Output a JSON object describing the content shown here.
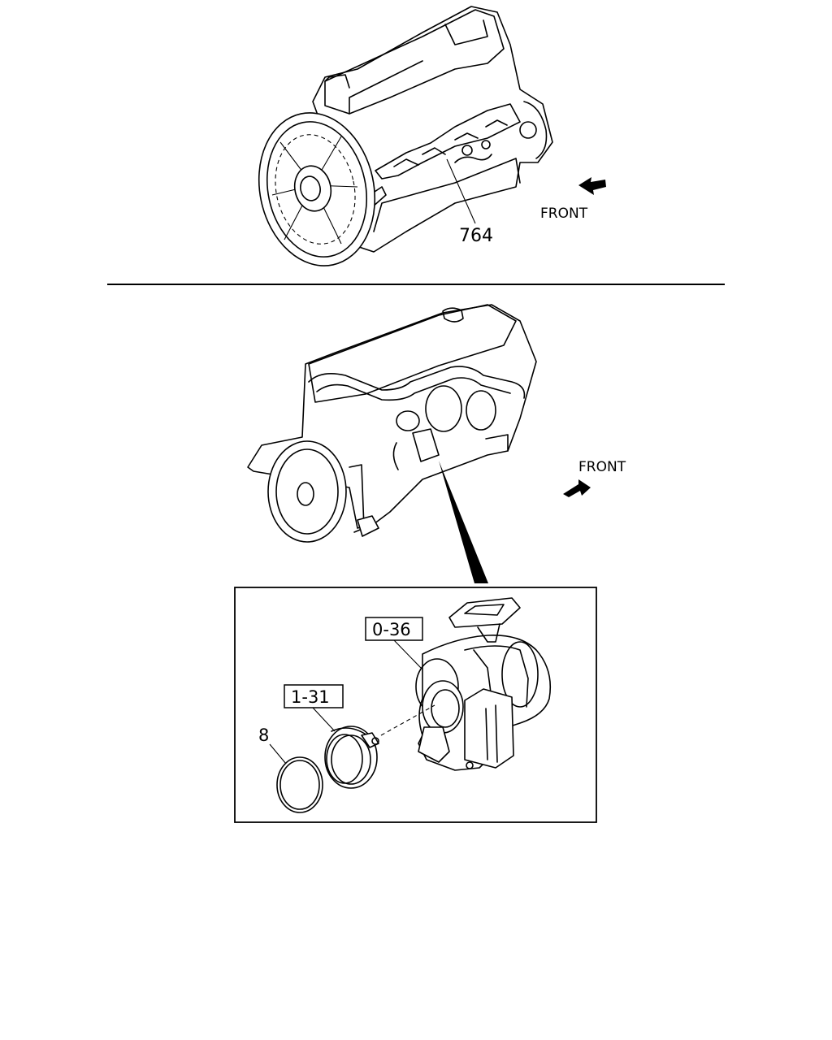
{
  "top_view": {
    "front_label": "FRONT",
    "callout_764": "764"
  },
  "bottom_view": {
    "front_label": "FRONT",
    "callout_0_36": "0-36",
    "callout_1_31": "1-31",
    "callout_8": "8"
  }
}
